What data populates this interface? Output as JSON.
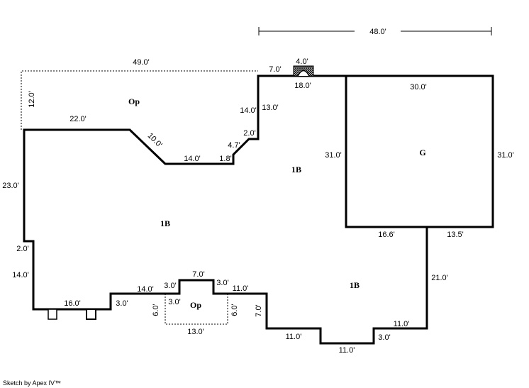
{
  "overall_dimension": "48.0'",
  "areas": {
    "op_top": "Op",
    "op_bottom": "Op",
    "first_floor_left": "1B",
    "first_floor_center": "1B",
    "first_floor_right": "1B",
    "garage": "G"
  },
  "dims": {
    "op_top_width": "49.0'",
    "op_top_depth": "12.0'",
    "d22": "22.0'",
    "d10": "10.0'",
    "d14a": "14.0'",
    "d1_8": "1.8'",
    "d4_7": "4.7'",
    "d2a": "2.0'",
    "d14b": "14.0'",
    "d13": "13.0'",
    "d7a": "7.0'",
    "fireplace": "4.0'",
    "d18": "18.0'",
    "garage_width": "30.0'",
    "garage_left": "31.0'",
    "garage_right": "31.0'",
    "d16_6": "16.6'",
    "d13_5": "13.5'",
    "d21": "21.0'",
    "d11a": "11.0'",
    "d3a": "3.0'",
    "d11b": "11.0'",
    "d11c": "11.0'",
    "d7b": "7.0'",
    "d11d": "11.0'",
    "d3b": "3.0'",
    "d7c": "7.0'",
    "d3c": "3.0'",
    "d14c": "14.0'",
    "d3d": "3.0'",
    "d16": "16.0'",
    "d14d": "14.0'",
    "d2b": "2.0'",
    "d23": "23.0'",
    "op_bottom_left": "6.0'",
    "op_bottom_right": "6.0'",
    "op_bottom_inner": "3.0'",
    "op_bottom_width": "13.0'"
  },
  "footer": "Sketch by Apex IV™"
}
